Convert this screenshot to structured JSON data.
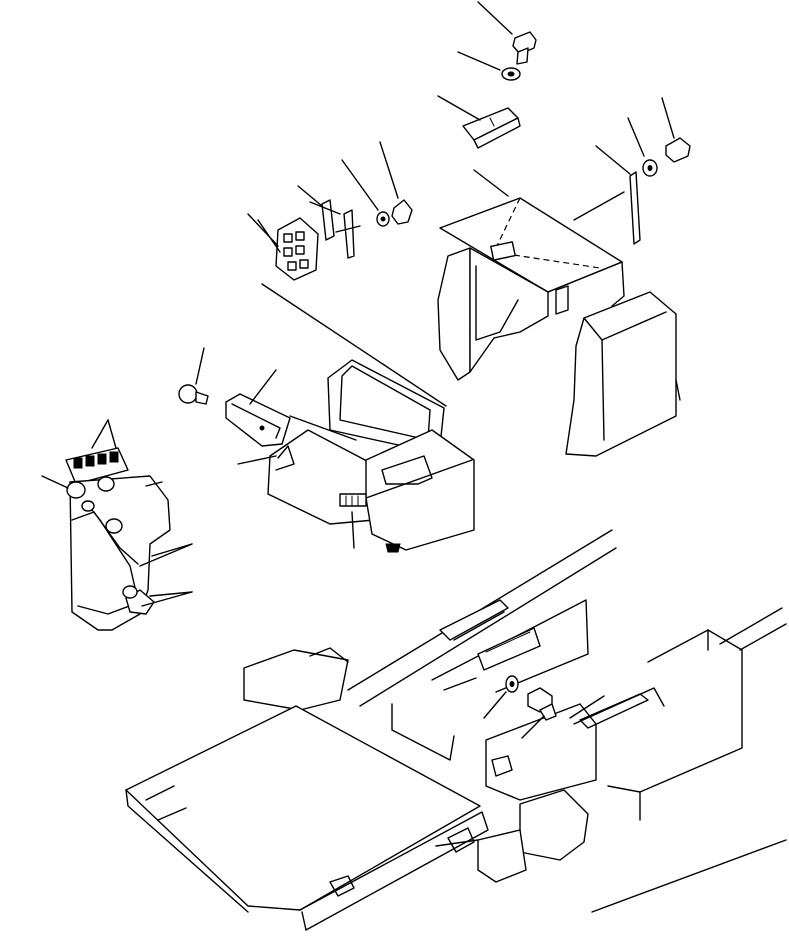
{
  "drawing": {
    "stroke_color": "#000000",
    "background_color": "#ffffff",
    "parts": [
      {
        "id": "bolt-top",
        "icon": "bolt-icon"
      },
      {
        "id": "washer-top",
        "icon": "washer-icon"
      },
      {
        "id": "bracket-top",
        "icon": "bracket-icon"
      },
      {
        "id": "bolt-right",
        "icon": "bolt-icon"
      },
      {
        "id": "washer-right",
        "icon": "washer-icon"
      },
      {
        "id": "hinge-strip",
        "icon": "hinge-icon"
      },
      {
        "id": "cover-upper",
        "icon": "cover-panel-icon"
      },
      {
        "id": "cover-side-left",
        "icon": "cover-panel-icon"
      },
      {
        "id": "cover-side-right",
        "icon": "cover-panel-icon"
      },
      {
        "id": "switch-panel",
        "icon": "switch-panel-icon"
      },
      {
        "id": "plate-bracket",
        "icon": "bracket-icon"
      },
      {
        "id": "clip-small",
        "icon": "clip-icon"
      },
      {
        "id": "washer-small",
        "icon": "washer-icon"
      },
      {
        "id": "knob",
        "icon": "knob-icon"
      },
      {
        "id": "monitor-panel",
        "icon": "monitor-icon"
      },
      {
        "id": "knob-left",
        "icon": "knob-icon"
      },
      {
        "id": "console-housing",
        "icon": "console-icon"
      },
      {
        "id": "control-stand",
        "icon": "control-stand-icon"
      },
      {
        "id": "switch-cluster",
        "icon": "switch-cluster-icon"
      },
      {
        "id": "pedal-rubber",
        "icon": "rubber-boot-icon"
      },
      {
        "id": "frame-floor",
        "icon": "frame-icon"
      },
      {
        "id": "floor-plate",
        "icon": "floor-plate-icon"
      },
      {
        "id": "bolt-floor",
        "icon": "bolt-icon"
      },
      {
        "id": "washer-floor",
        "icon": "washer-icon"
      }
    ]
  }
}
